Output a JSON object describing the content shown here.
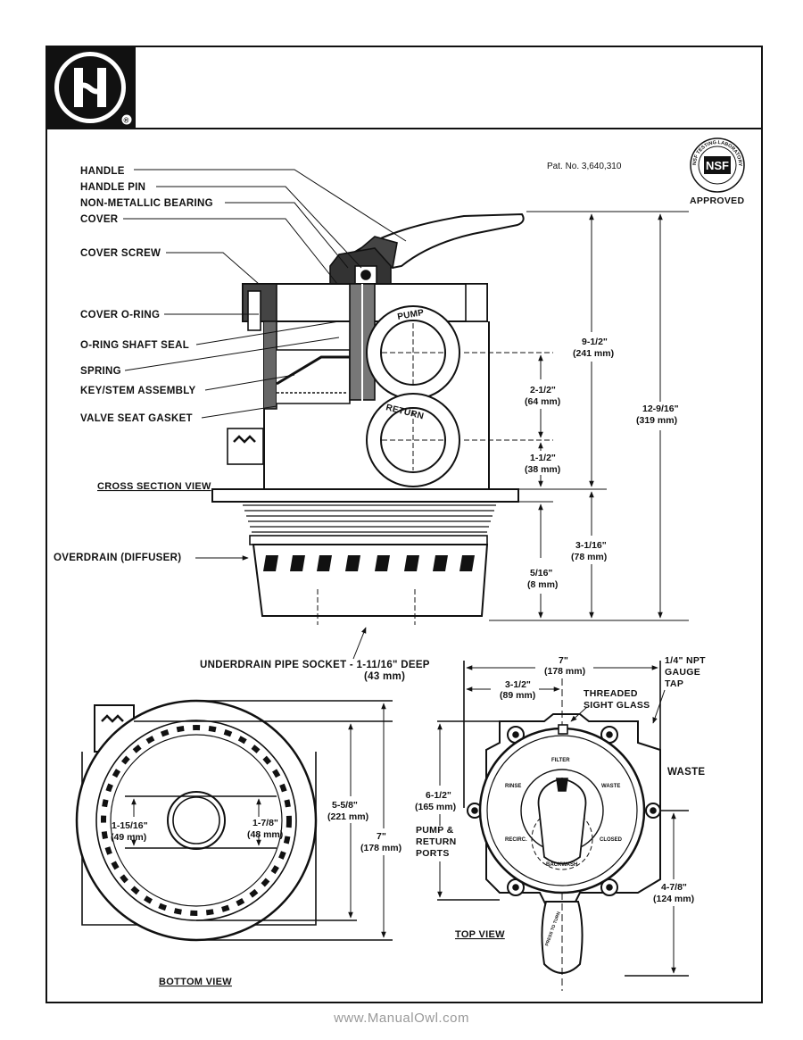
{
  "logo": {
    "letter": "H",
    "registered": "®"
  },
  "header": {
    "patent": "Pat. No. 3,640,310",
    "nsf_mark": "NSF",
    "nsf_ring_text": "NSF TESTING LABORATORY",
    "approved": "APPROVED"
  },
  "cross_section": {
    "parts": {
      "handle": "HANDLE",
      "handle_pin": "HANDLE PIN",
      "bearing": "NON-METALLIC BEARING",
      "cover": "COVER",
      "cover_screw": "COVER SCREW",
      "cover_oring": "COVER O-RING",
      "shaft_seal": "O-RING SHAFT SEAL",
      "spring": "SPRING",
      "key_stem": "KEY/STEM ASSEMBLY",
      "seat_gasket": "VALVE SEAT GASKET"
    },
    "view_title": "CROSS SECTION VIEW",
    "overdrain": "OVERDRAIN (DIFFUSER)",
    "underdrain_line1": "UNDERDRAIN PIPE SOCKET - 1-11/16\" DEEP",
    "underdrain_line2": "(43 mm)",
    "port_pump": "PUMP",
    "port_return": "RETURN",
    "dims": {
      "d1": "9-1/2\"",
      "d1m": "(241 mm)",
      "d2": "2-1/2\"",
      "d2m": "(64 mm)",
      "d3": "1-1/2\"",
      "d3m": "(38 mm)",
      "d4": "12-9/16\"",
      "d4m": "(319 mm)",
      "d5": "3-1/16\"",
      "d5m": "(78 mm)",
      "d6": "5/16\"",
      "d6m": "(8 mm)"
    }
  },
  "bottom_view": {
    "title": "BOTTOM VIEW",
    "d1": "1-15/16\"",
    "d1m": "(49 mm)",
    "d2": "1-7/8\"",
    "d2m": "(48 mm)",
    "d3": "5-5/8\"",
    "d3m": "(221 mm)",
    "d4": "7\"",
    "d4m": "(178 mm)"
  },
  "top_view": {
    "title": "TOP VIEW",
    "width": "7\"",
    "width_m": "(178 mm)",
    "half": "3-1/2\"",
    "half_m": "(89 mm)",
    "gauge_1": "1/4\" NPT",
    "gauge_2": "GAUGE",
    "gauge_3": "TAP",
    "sight_1": "THREADED",
    "sight_2": "SIGHT GLASS",
    "waste": "WASTE",
    "h": "6-1/2\"",
    "h_m": "(165 mm)",
    "ports_1": "PUMP &",
    "ports_2": "RETURN",
    "ports_3": "PORTS",
    "h2": "4-7/8\"",
    "h2_m": "(124 mm)",
    "dial": {
      "filter": "FILTER",
      "rinse": "RINSE",
      "waste": "WASTE",
      "recirc": "RECIRC.",
      "closed": "CLOSED",
      "backwash": "BACKWASH",
      "press": "PRESS TO TURN"
    }
  },
  "watermark": "www.ManualOwl.com"
}
